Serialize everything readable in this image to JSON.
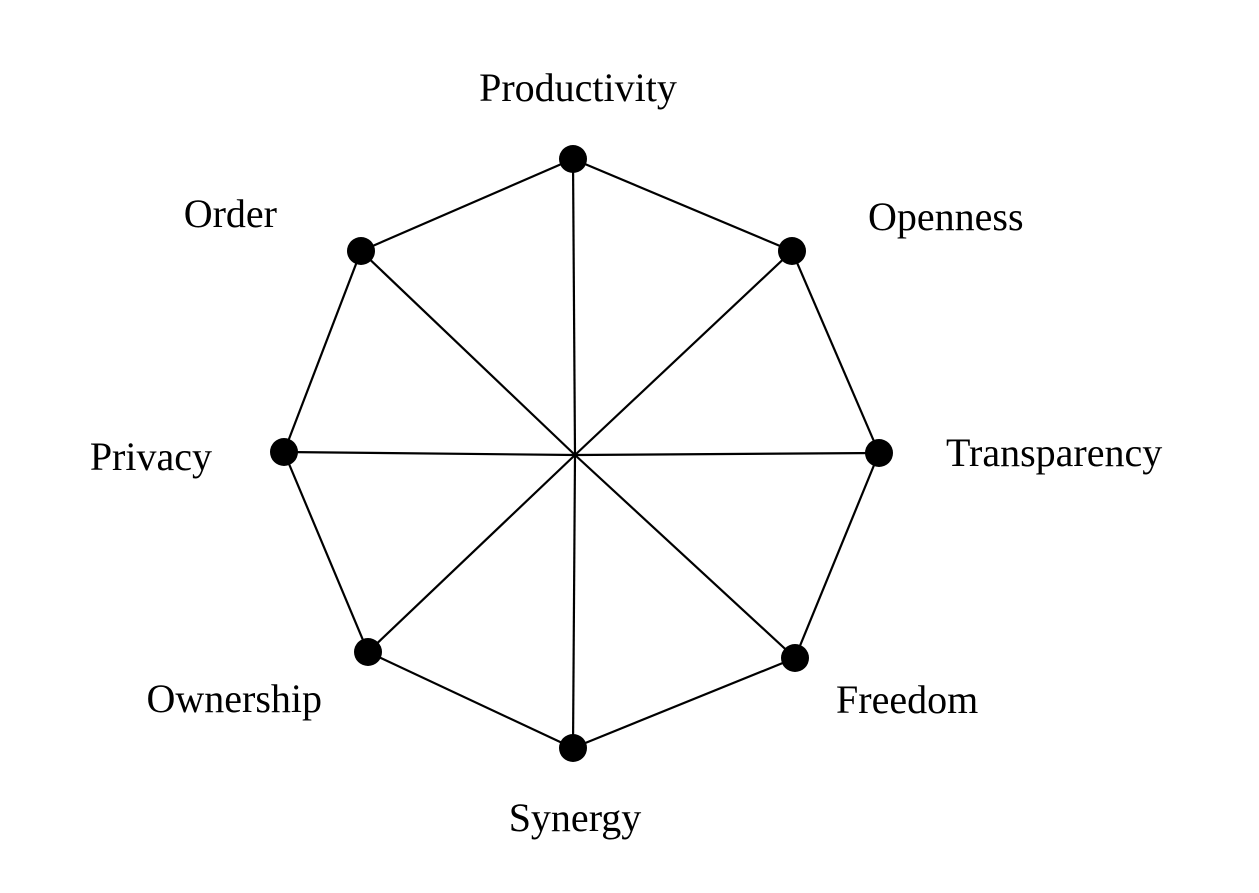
{
  "diagram": {
    "colors": {
      "line": "#000000",
      "node": "#000000",
      "text": "#000000",
      "background": "#ffffff"
    },
    "nodes": [
      {
        "id": "productivity",
        "label": "Productivity"
      },
      {
        "id": "openness",
        "label": "Openness"
      },
      {
        "id": "transparency",
        "label": "Transparency"
      },
      {
        "id": "freedom",
        "label": "Freedom"
      },
      {
        "id": "synergy",
        "label": "Synergy"
      },
      {
        "id": "ownership",
        "label": "Ownership"
      },
      {
        "id": "privacy",
        "label": "Privacy"
      },
      {
        "id": "order",
        "label": "Order"
      }
    ]
  }
}
